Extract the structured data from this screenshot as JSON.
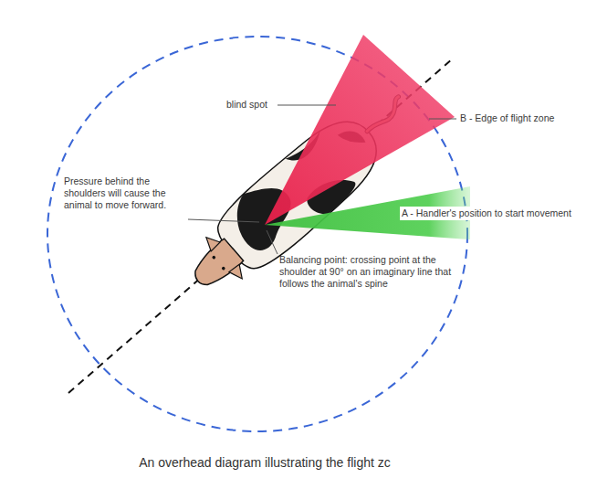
{
  "diagram": {
    "caption": "An overhead diagram illustrating the flight zc",
    "labels": [
      "blind spot",
      "B - Edge of flight zone",
      "Pressure behind the shoulders will cause the animal to move forward.",
      "A - Handler's position to start movement",
      "Balancing point: crossing point at the shoulder at 90° on an imaginary line that follows the animal's spine"
    ]
  }
}
